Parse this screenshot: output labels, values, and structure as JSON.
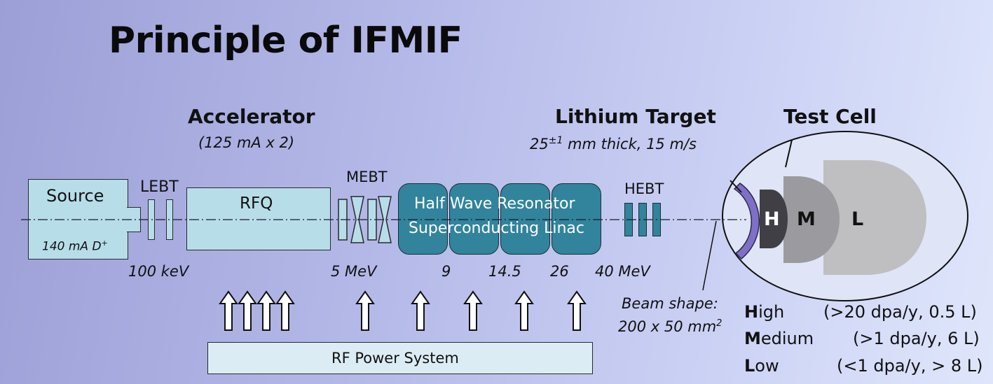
{
  "title": "Principle of IFMIF",
  "accelerator": {
    "heading": "Accelerator",
    "current": "(125 mA x 2)"
  },
  "source": {
    "label": "Source",
    "current": "140 mA D",
    "current_sup": "+"
  },
  "lebt": "LEBT",
  "rfq": "RFQ",
  "mebt": "MEBT",
  "linac": {
    "line1": "Half Wave Resonator",
    "line2": "Superconducting Linac"
  },
  "hebt": "HEBT",
  "energies": {
    "e1": "100 keV",
    "e2": "5 MeV",
    "e3": "9",
    "e4": "14.5",
    "e5": "26",
    "e6": "40 MeV"
  },
  "rf_power": "RF Power System",
  "lithium_target": {
    "heading": "Lithium Target",
    "thickness_base": "25",
    "thickness_sup": "±1",
    "thickness_rest": " mm thick, 15 m/s"
  },
  "beam_shape": {
    "line1": "Beam shape:",
    "line2": "200 x 50 mm",
    "line2_sup": "2"
  },
  "test_cell": {
    "heading": "Test Cell",
    "zones": {
      "h": "H",
      "m": "M",
      "l": "L"
    }
  },
  "legend": [
    {
      "initial": "H",
      "rest": "igh",
      "value": "(>20 dpa/y, 0.5 L)"
    },
    {
      "initial": "M",
      "rest": "edium",
      "value": "(>1 dpa/y, 6 L)"
    },
    {
      "initial": "L",
      "rest": "ow",
      "value": "(<1 dpa/y, > 8 L)"
    }
  ],
  "colors": {
    "cavity": "#31849b",
    "light_box": "#b7dde9",
    "target_purple": "#7f6fc9",
    "zone_h": "#3f3f45",
    "zone_m": "#9b9b9f",
    "zone_l": "#bfbfc1"
  }
}
